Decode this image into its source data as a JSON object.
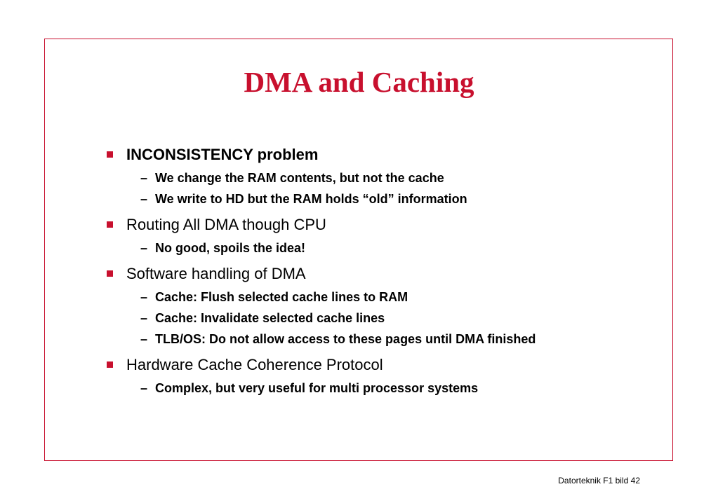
{
  "slide": {
    "title": "DMA and Caching",
    "footer": "Datorteknik F1 bild 42",
    "accent_color": "#c8102e",
    "bullets": [
      {
        "text": "INCONSISTENCY problem",
        "subitems": [
          "We change the RAM contents, but not the cache",
          "We write to HD but the RAM holds “old” information"
        ]
      },
      {
        "text": "Routing All DMA though CPU",
        "subitems": [
          "No good, spoils the idea!"
        ]
      },
      {
        "text": "Software handling of DMA",
        "subitems": [
          "Cache: Flush selected cache lines to RAM",
          "Cache: Invalidate selected cache lines",
          "TLB/OS: Do not allow access to these pages until DMA finished"
        ]
      },
      {
        "text": "Hardware Cache Coherence Protocol",
        "subitems": [
          "Complex, but very useful for multi processor systems"
        ]
      }
    ],
    "dash_glyph": "–"
  }
}
